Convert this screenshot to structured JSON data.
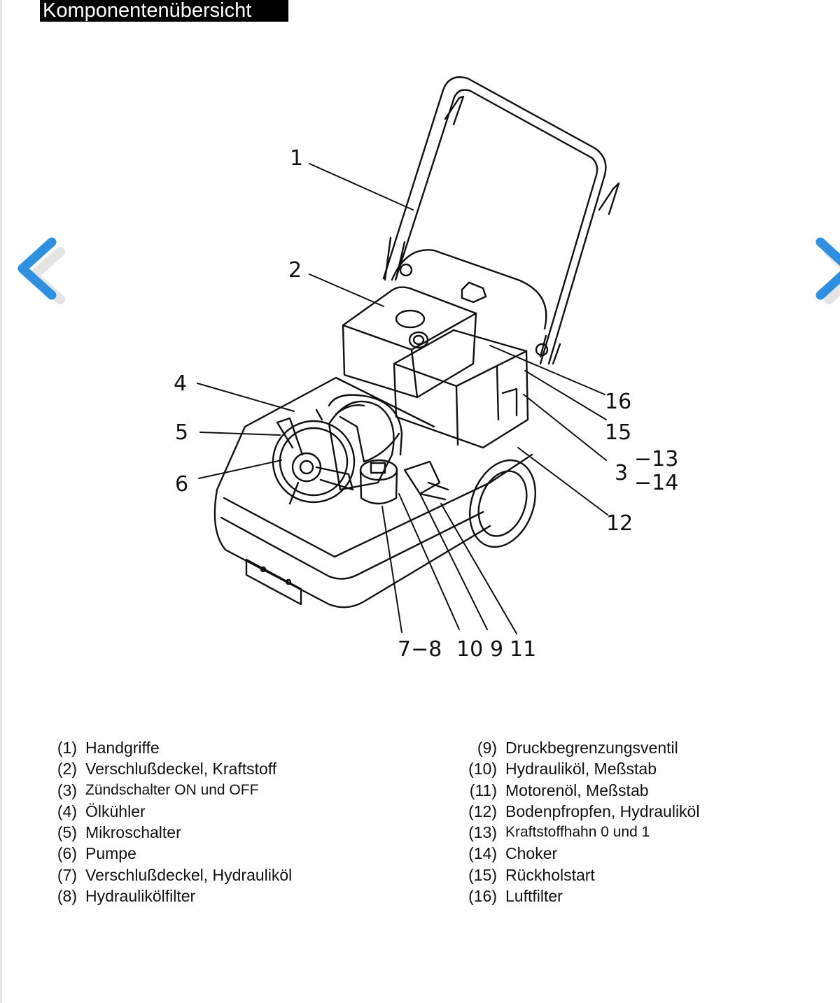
{
  "page_title": "Komponentenübersicht",
  "navigation": {
    "prev_icon": "chevron-left-icon",
    "next_icon": "chevron-right-icon",
    "accent_color": "#2f8fe0"
  },
  "figure": {
    "callouts": {
      "c1": "1",
      "c2": "2",
      "c4": "4",
      "c5": "5",
      "c6": "6",
      "c16": "16",
      "c15": "15",
      "c3": "3",
      "c13": "−13",
      "c14": "−14",
      "c12": "12",
      "c7_8": "7−8",
      "c10": "10",
      "c9": "9",
      "c11": "11"
    }
  },
  "legend_left": [
    {
      "num": "(1)",
      "label": "Handgriffe"
    },
    {
      "num": "(2)",
      "label": "Verschlußdeckel, Kraftstoff"
    },
    {
      "num": "(3)",
      "label": "Zündschalter ON und OFF"
    },
    {
      "num": "(4)",
      "label": "Ölkühler"
    },
    {
      "num": "(5)",
      "label": "Mikroschalter"
    },
    {
      "num": "(6)",
      "label": "Pumpe"
    },
    {
      "num": "(7)",
      "label": "Verschlußdeckel, Hydrauliköl"
    },
    {
      "num": "(8)",
      "label": "Hydraulikölfilter"
    }
  ],
  "legend_right": [
    {
      "num": "(9)",
      "label": "Druckbegrenzungsventil"
    },
    {
      "num": "(10)",
      "label": "Hydrauliköl, Meßstab"
    },
    {
      "num": "(11)",
      "label": "Motorenöl, Meßstab"
    },
    {
      "num": "(12)",
      "label": "Bodenpfropfen, Hydrauliköl"
    },
    {
      "num": "(13)",
      "label": "Kraftstoffhahn 0 und 1"
    },
    {
      "num": "(14)",
      "label": "Choker"
    },
    {
      "num": "(15)",
      "label": "Rückholstart"
    },
    {
      "num": "(16)",
      "label": "Luftfilter"
    }
  ]
}
